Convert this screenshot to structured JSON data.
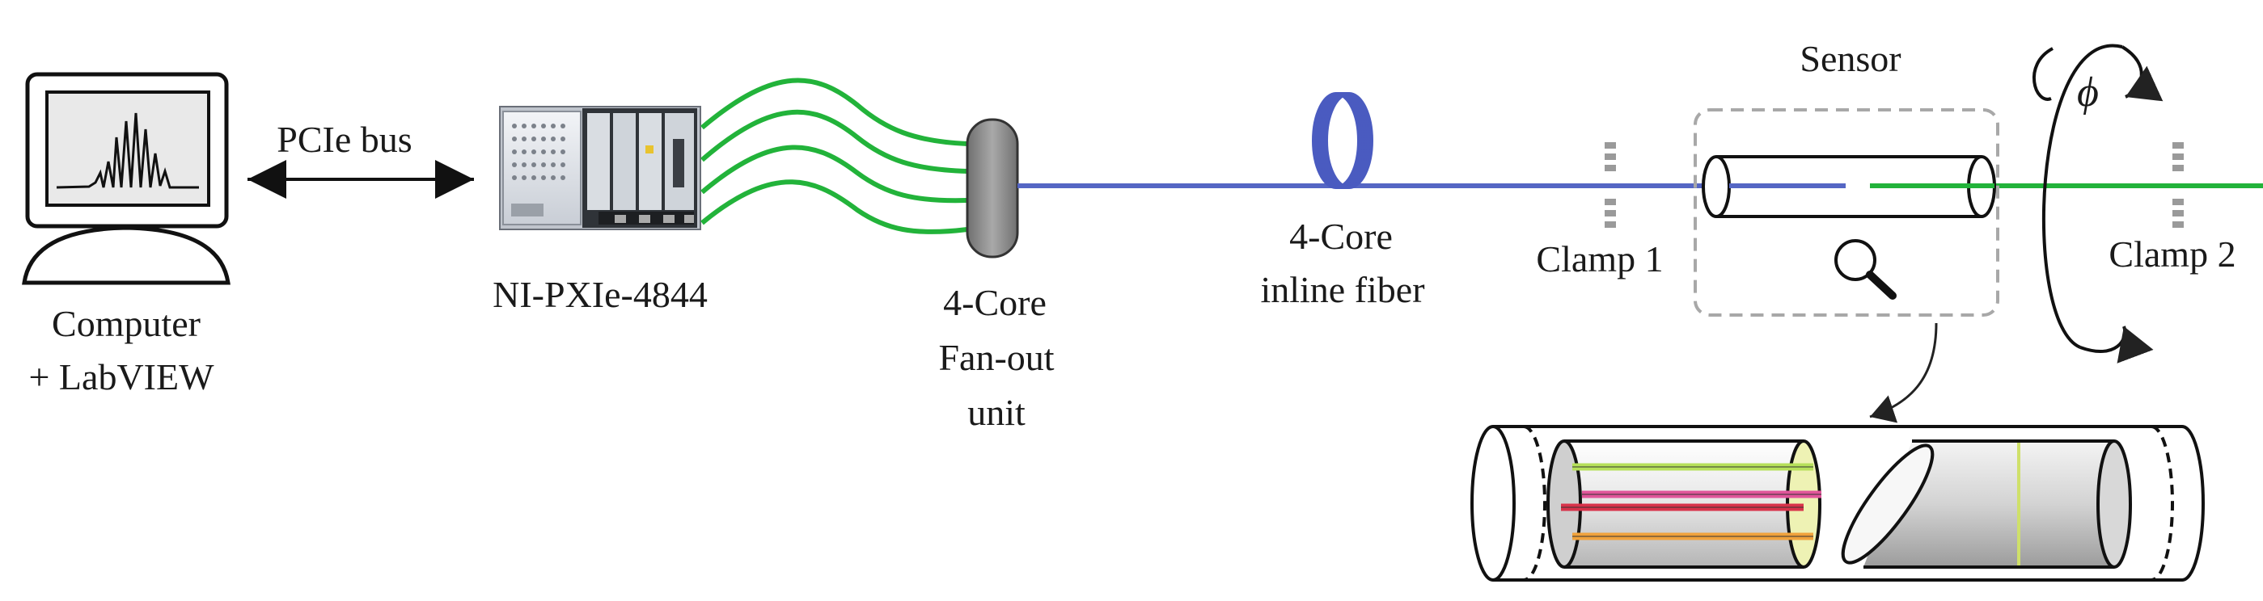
{
  "labels": {
    "computer_line1": "Computer",
    "computer_line2": "+ LabVIEW",
    "bus": "PCIe bus",
    "daq": "NI-PXIe-4844",
    "fanout_line1": "4-Core",
    "fanout_line2": "Fan-out",
    "fanout_line3": "unit",
    "fiber_line1": "4-Core",
    "fiber_line2": "inline fiber",
    "clamp1": "Clamp 1",
    "sensor": "Sensor",
    "phi": "ϕ",
    "clamp2": "Clamp 2"
  },
  "icons": [
    "computer-monitor-icon",
    "daq-chassis-icon",
    "fiber-coil-icon",
    "magnifier-icon",
    "rotation-arrow-icon"
  ],
  "colors": {
    "fiber_blue": "#5566c4",
    "fiber_green": "#22b33a",
    "core_yellow_green": "#b6e05a",
    "core_pink": "#e0559a",
    "core_red": "#d8324a",
    "core_orange": "#f0a23c",
    "fanout_gray": "#8a8a8a",
    "clamp_gray": "#9a9a9a",
    "sensor_box_dash": "#a8a8a8"
  }
}
